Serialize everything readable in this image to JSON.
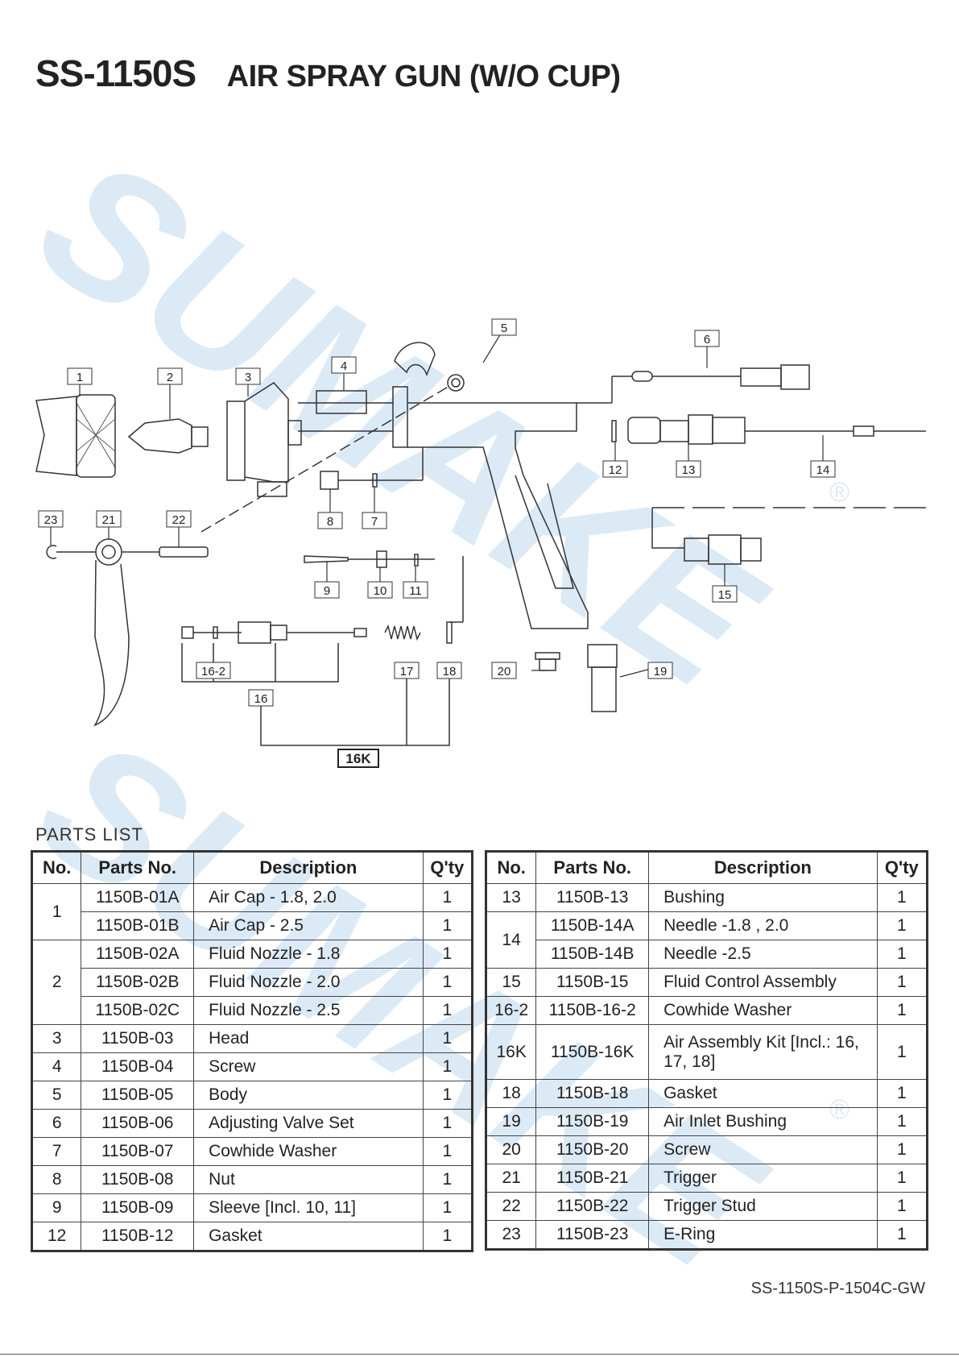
{
  "header": {
    "model": "SS-1150S",
    "name": "AIR SPRAY GUN (W/O CUP)"
  },
  "watermark": {
    "brand": "SUMAKE",
    "mark": "®"
  },
  "diagram": {
    "callouts": [
      "1",
      "2",
      "3",
      "4",
      "5",
      "6",
      "7",
      "8",
      "9",
      "10",
      "11",
      "12",
      "13",
      "14",
      "15",
      "16",
      "16-2",
      "17",
      "18",
      "19",
      "20",
      "21",
      "22",
      "23"
    ],
    "kit_label": "16K"
  },
  "parts_list": {
    "title": "PARTS LIST",
    "headers": {
      "no": "No.",
      "parts_no": "Parts No.",
      "description": "Description",
      "qty": "Q'ty"
    },
    "left": [
      {
        "no": "1",
        "rows": [
          {
            "parts_no": "1150B-01A",
            "description": "Air Cap - 1.8, 2.0",
            "qty": "1"
          },
          {
            "parts_no": "1150B-01B",
            "description": "Air Cap - 2.5",
            "qty": "1"
          }
        ]
      },
      {
        "no": "2",
        "rows": [
          {
            "parts_no": "1150B-02A",
            "description": "Fluid Nozzle - 1.8",
            "qty": "1"
          },
          {
            "parts_no": "1150B-02B",
            "description": "Fluid Nozzle - 2.0",
            "qty": "1"
          },
          {
            "parts_no": "1150B-02C",
            "description": "Fluid Nozzle - 2.5",
            "qty": "1"
          }
        ]
      },
      {
        "no": "3",
        "rows": [
          {
            "parts_no": "1150B-03",
            "description": "Head",
            "qty": "1"
          }
        ]
      },
      {
        "no": "4",
        "rows": [
          {
            "parts_no": "1150B-04",
            "description": "Screw",
            "qty": "1"
          }
        ]
      },
      {
        "no": "5",
        "rows": [
          {
            "parts_no": "1150B-05",
            "description": "Body",
            "qty": "1"
          }
        ]
      },
      {
        "no": "6",
        "rows": [
          {
            "parts_no": "1150B-06",
            "description": "Adjusting Valve Set",
            "qty": "1"
          }
        ]
      },
      {
        "no": "7",
        "rows": [
          {
            "parts_no": "1150B-07",
            "description": "Cowhide Washer",
            "qty": "1"
          }
        ]
      },
      {
        "no": "8",
        "rows": [
          {
            "parts_no": "1150B-08",
            "description": "Nut",
            "qty": "1"
          }
        ]
      },
      {
        "no": "9",
        "rows": [
          {
            "parts_no": "1150B-09",
            "description": "Sleeve [Incl. 10, 11]",
            "qty": "1"
          }
        ]
      },
      {
        "no": "12",
        "rows": [
          {
            "parts_no": "1150B-12",
            "description": "Gasket",
            "qty": "1"
          }
        ]
      }
    ],
    "right": [
      {
        "no": "13",
        "rows": [
          {
            "parts_no": "1150B-13",
            "description": "Bushing",
            "qty": "1"
          }
        ]
      },
      {
        "no": "14",
        "rows": [
          {
            "parts_no": "1150B-14A",
            "description": "Needle -1.8 , 2.0",
            "qty": "1"
          },
          {
            "parts_no": "1150B-14B",
            "description": "Needle -2.5",
            "qty": "1"
          }
        ]
      },
      {
        "no": "15",
        "rows": [
          {
            "parts_no": "1150B-15",
            "description": "Fluid Control Assembly",
            "qty": "1"
          }
        ]
      },
      {
        "no": "16-2",
        "rows": [
          {
            "parts_no": "1150B-16-2",
            "description": "Cowhide Washer",
            "qty": "1"
          }
        ]
      },
      {
        "no": "16K",
        "tall": true,
        "rows": [
          {
            "parts_no": "1150B-16K",
            "description": "Air Assembly Kit [Incl.: 16, 17, 18]",
            "qty": "1"
          }
        ]
      },
      {
        "no": "18",
        "rows": [
          {
            "parts_no": "1150B-18",
            "description": "Gasket",
            "qty": "1"
          }
        ]
      },
      {
        "no": "19",
        "rows": [
          {
            "parts_no": "1150B-19",
            "description": "Air Inlet Bushing",
            "qty": "1"
          }
        ]
      },
      {
        "no": "20",
        "rows": [
          {
            "parts_no": "1150B-20",
            "description": "Screw",
            "qty": "1"
          }
        ]
      },
      {
        "no": "21",
        "rows": [
          {
            "parts_no": "1150B-21",
            "description": "Trigger",
            "qty": "1"
          }
        ]
      },
      {
        "no": "22",
        "rows": [
          {
            "parts_no": "1150B-22",
            "description": "Trigger Stud",
            "qty": "1"
          }
        ]
      },
      {
        "no": "23",
        "rows": [
          {
            "parts_no": "1150B-23",
            "description": "E-Ring",
            "qty": "1"
          }
        ]
      }
    ]
  },
  "footer": {
    "code": "SS-1150S-P-1504C-GW"
  }
}
